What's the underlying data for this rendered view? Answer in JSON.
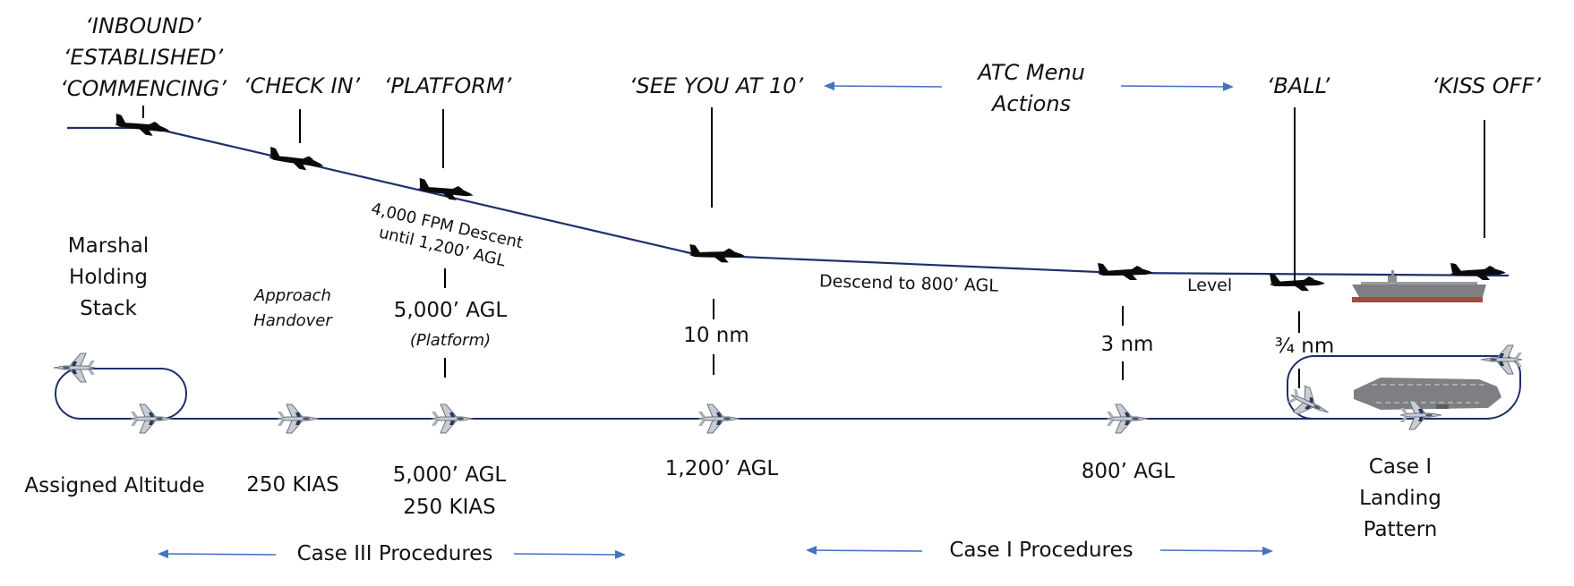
{
  "radio_calls": {
    "inbound": "‘INBOUND’",
    "established": "‘ESTABLISHED’",
    "commencing": "‘COMMENCING’",
    "check_in": "‘CHECK IN’",
    "platform": "‘PLATFORM’",
    "see_you_at_10": "‘SEE YOU AT 10’",
    "ball": "‘BALL’",
    "kiss_off": "‘KISS OFF’"
  },
  "atc_menu": {
    "line1": "ATC Menu",
    "line2": "Actions"
  },
  "descent_labels": {
    "fpm_line1": "4,000 FPM Descent",
    "fpm_line2": "until 1,200’ AGL",
    "descend_800": "Descend to 800’ AGL",
    "level": "Level"
  },
  "marshal": {
    "line1": "Marshal",
    "line2": "Holding",
    "line3": "Stack"
  },
  "approach_handover": {
    "line1": "Approach",
    "line2": "Handover"
  },
  "platform_alt": {
    "line1": "5,000’ AGL",
    "line2": "(Platform)"
  },
  "distances": {
    "ten": "10 nm",
    "three": "3 nm",
    "three_quarter": "¾ nm"
  },
  "bottom_labels": {
    "assigned": "Assigned Altitude",
    "kias": "250 KIAS",
    "platform_line1": "5,000’ AGL",
    "platform_line2": "250 KIAS",
    "agl_1200": "1,200’ AGL",
    "agl_800": "800’ AGL",
    "case1_line1": "Case I",
    "case1_line2": "Landing",
    "case1_line3": "Pattern"
  },
  "procedures": {
    "case_iii": "Case III Procedures",
    "case_i": "Case I Procedures"
  },
  "colors": {
    "path": "#1f2f6b",
    "arrow": "#4472c4",
    "tick": "#000000",
    "jet_silhouette": "#0a0a0a",
    "jet_gray": "#c9cdd3",
    "carrier": "#7d7f82"
  },
  "icons": {
    "jet_top": "fighter-jet-side-silhouette",
    "jet_plan": "fighter-jet-top-view",
    "carrier_side": "aircraft-carrier-side",
    "carrier_top": "aircraft-carrier-top"
  }
}
